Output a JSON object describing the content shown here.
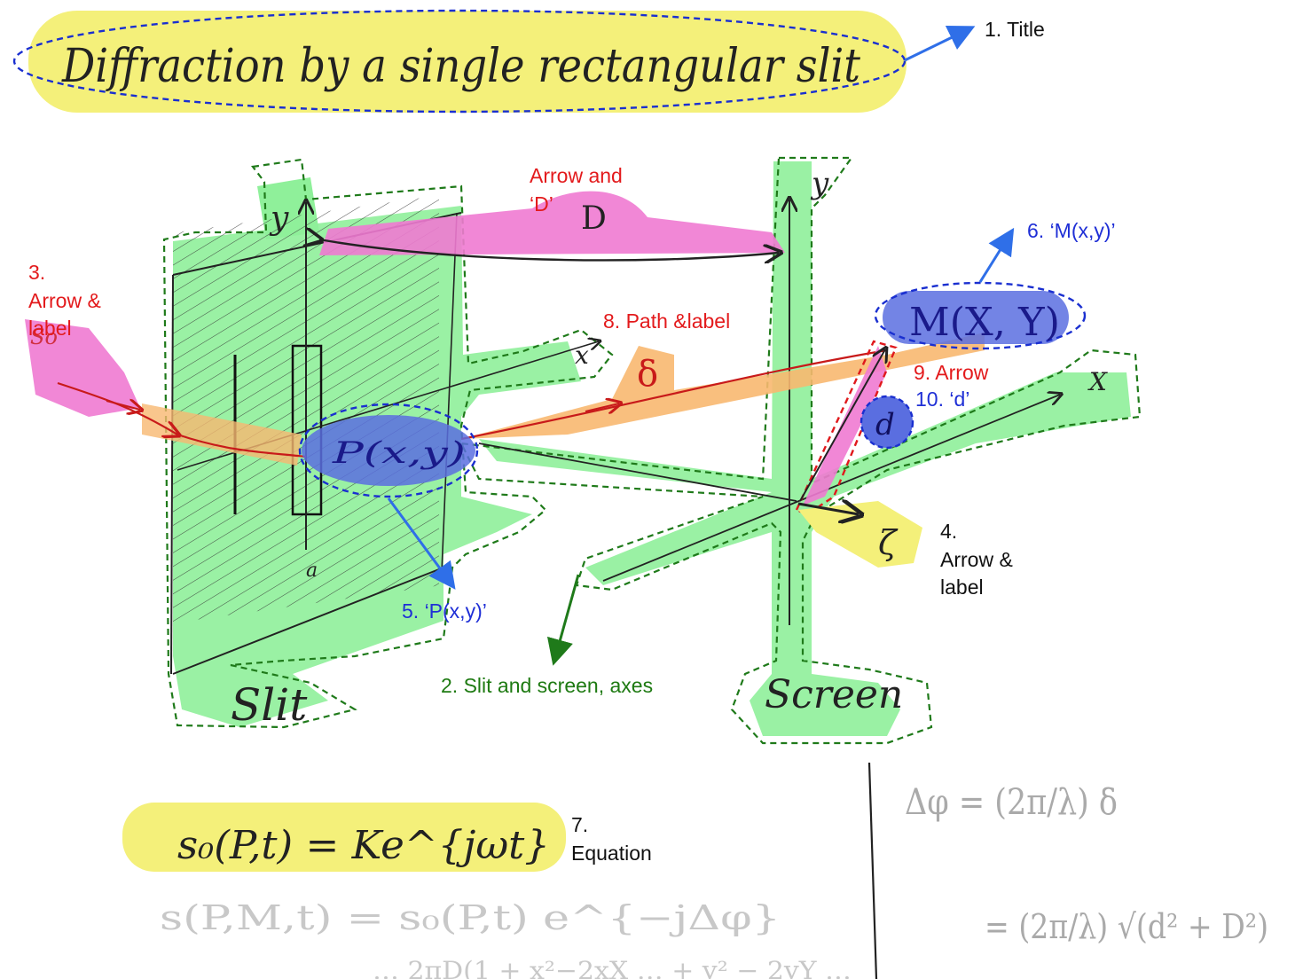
{
  "title": {
    "handwritten": "Diffraction by a single rectangular slit"
  },
  "annotations": {
    "a1": "1. Title",
    "a2": "2. Slit and screen, axes",
    "a3": "3.\nArrow &\nlabel",
    "a4": "4.\nArrow &\nlabel",
    "a5": "5. ‘P(x,y)’",
    "a6": "6. ‘M(x,y)’",
    "a7": "7.\nEquation",
    "a8": "8. Path &label",
    "a9": "9. Arrow",
    "a10": "10. ‘d’",
    "arrow_d": "Arrow and\n‘D’"
  },
  "handwritten_labels": {
    "slit": "Slit",
    "screen": "Screen",
    "D": "D",
    "delta": "δ",
    "s0": "So",
    "P": "P(x,y)",
    "M": "M(X, Y)",
    "d": "d",
    "z": "ζ",
    "slit_y": "y",
    "slit_x": "x",
    "screen_y": "y",
    "screen_x": "X",
    "a": "a"
  },
  "equations": {
    "eq1": "s₀(P,t) = Ke^{jωt}",
    "eq2": "s(P,M,t) = s₀(P,t) e^{−jΔφ}",
    "eq3_partial": "… 2πD(1 + x²−2xX … + y² − 2yY …",
    "dphi1": "Δφ = (2π/λ) δ",
    "dphi2": "= (2π/λ) √(d² + D²)"
  },
  "colors": {
    "yellow_highlight": "#f4f07a",
    "green_highlight": "#8ff09a",
    "pink_highlight": "#f07ad2",
    "orange_highlight": "#f8b870",
    "blue_highlight": "#5a6ee0",
    "dashed_blue": "#1a2fd0",
    "dashed_green": "#1f7a1a",
    "dashed_red": "#e0191c",
    "arrow_blue": "#2f6fe8",
    "arrow_green": "#1f7a1a"
  }
}
